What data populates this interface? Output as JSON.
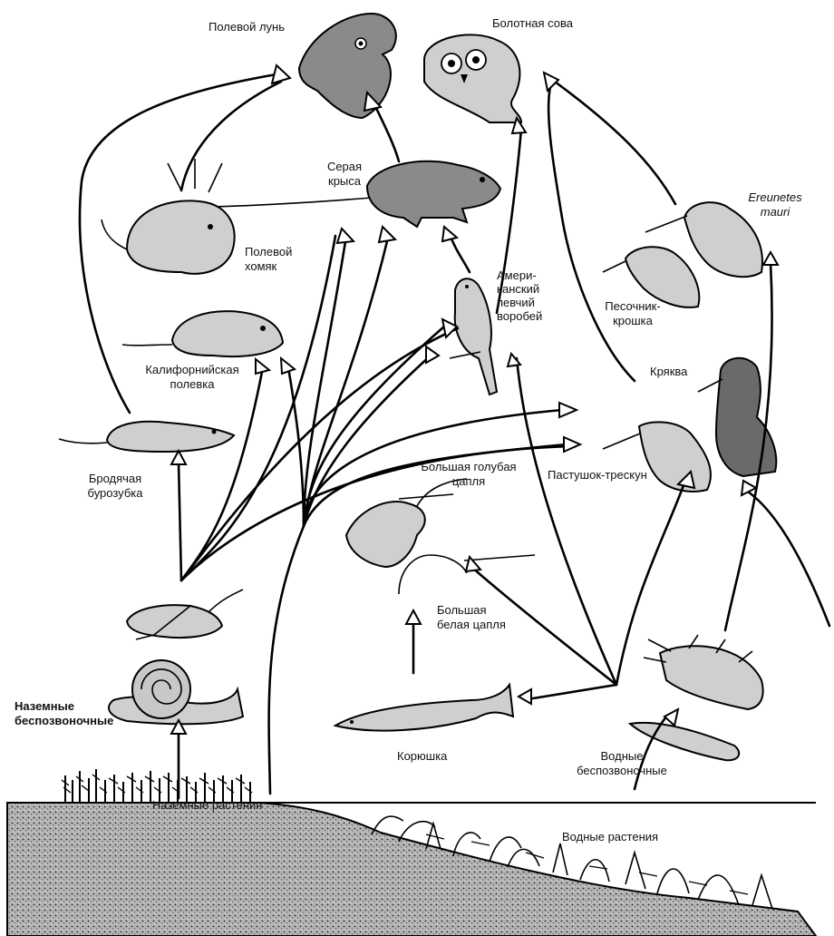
{
  "diagram": {
    "nodes": {
      "harrier": "Полевой лунь",
      "owl": "Болотная сова",
      "rat_l1": "Серая",
      "rat_l2": "крыса",
      "gopher_l1": "Полевой",
      "gopher_l2": "хомяк",
      "vole_l1": "Калифорнийская",
      "vole_l2": "полевка",
      "shrew_l1": "Бродячая",
      "shrew_l2": "бурозубка",
      "sparrow_l1": "Амери-",
      "sparrow_l2": "канский",
      "sparrow_l3": "певчий",
      "sparrow_l4": "воробей",
      "sandpiper_sci_l1": "Ereunetes",
      "sandpiper_sci_l2": "mauri",
      "sandpiper_l1": "Песочник-",
      "sandpiper_l2": "крошка",
      "mallard": "Кряква",
      "rail": "Пастушок-трескун",
      "heron_l1": "Большая голубая",
      "heron_l2": "цапля",
      "egret_l1": "Большая",
      "egret_l2": "белая цапля",
      "smelt": "Корюшка",
      "terr_inv_l1": "Наземные",
      "terr_inv_l2": "беспозвоночные",
      "aq_inv_l1": "Водные",
      "aq_inv_l2": "беспозвоночные",
      "terr_plants": "Наземные растения",
      "aq_plants": "Водные растения"
    }
  }
}
